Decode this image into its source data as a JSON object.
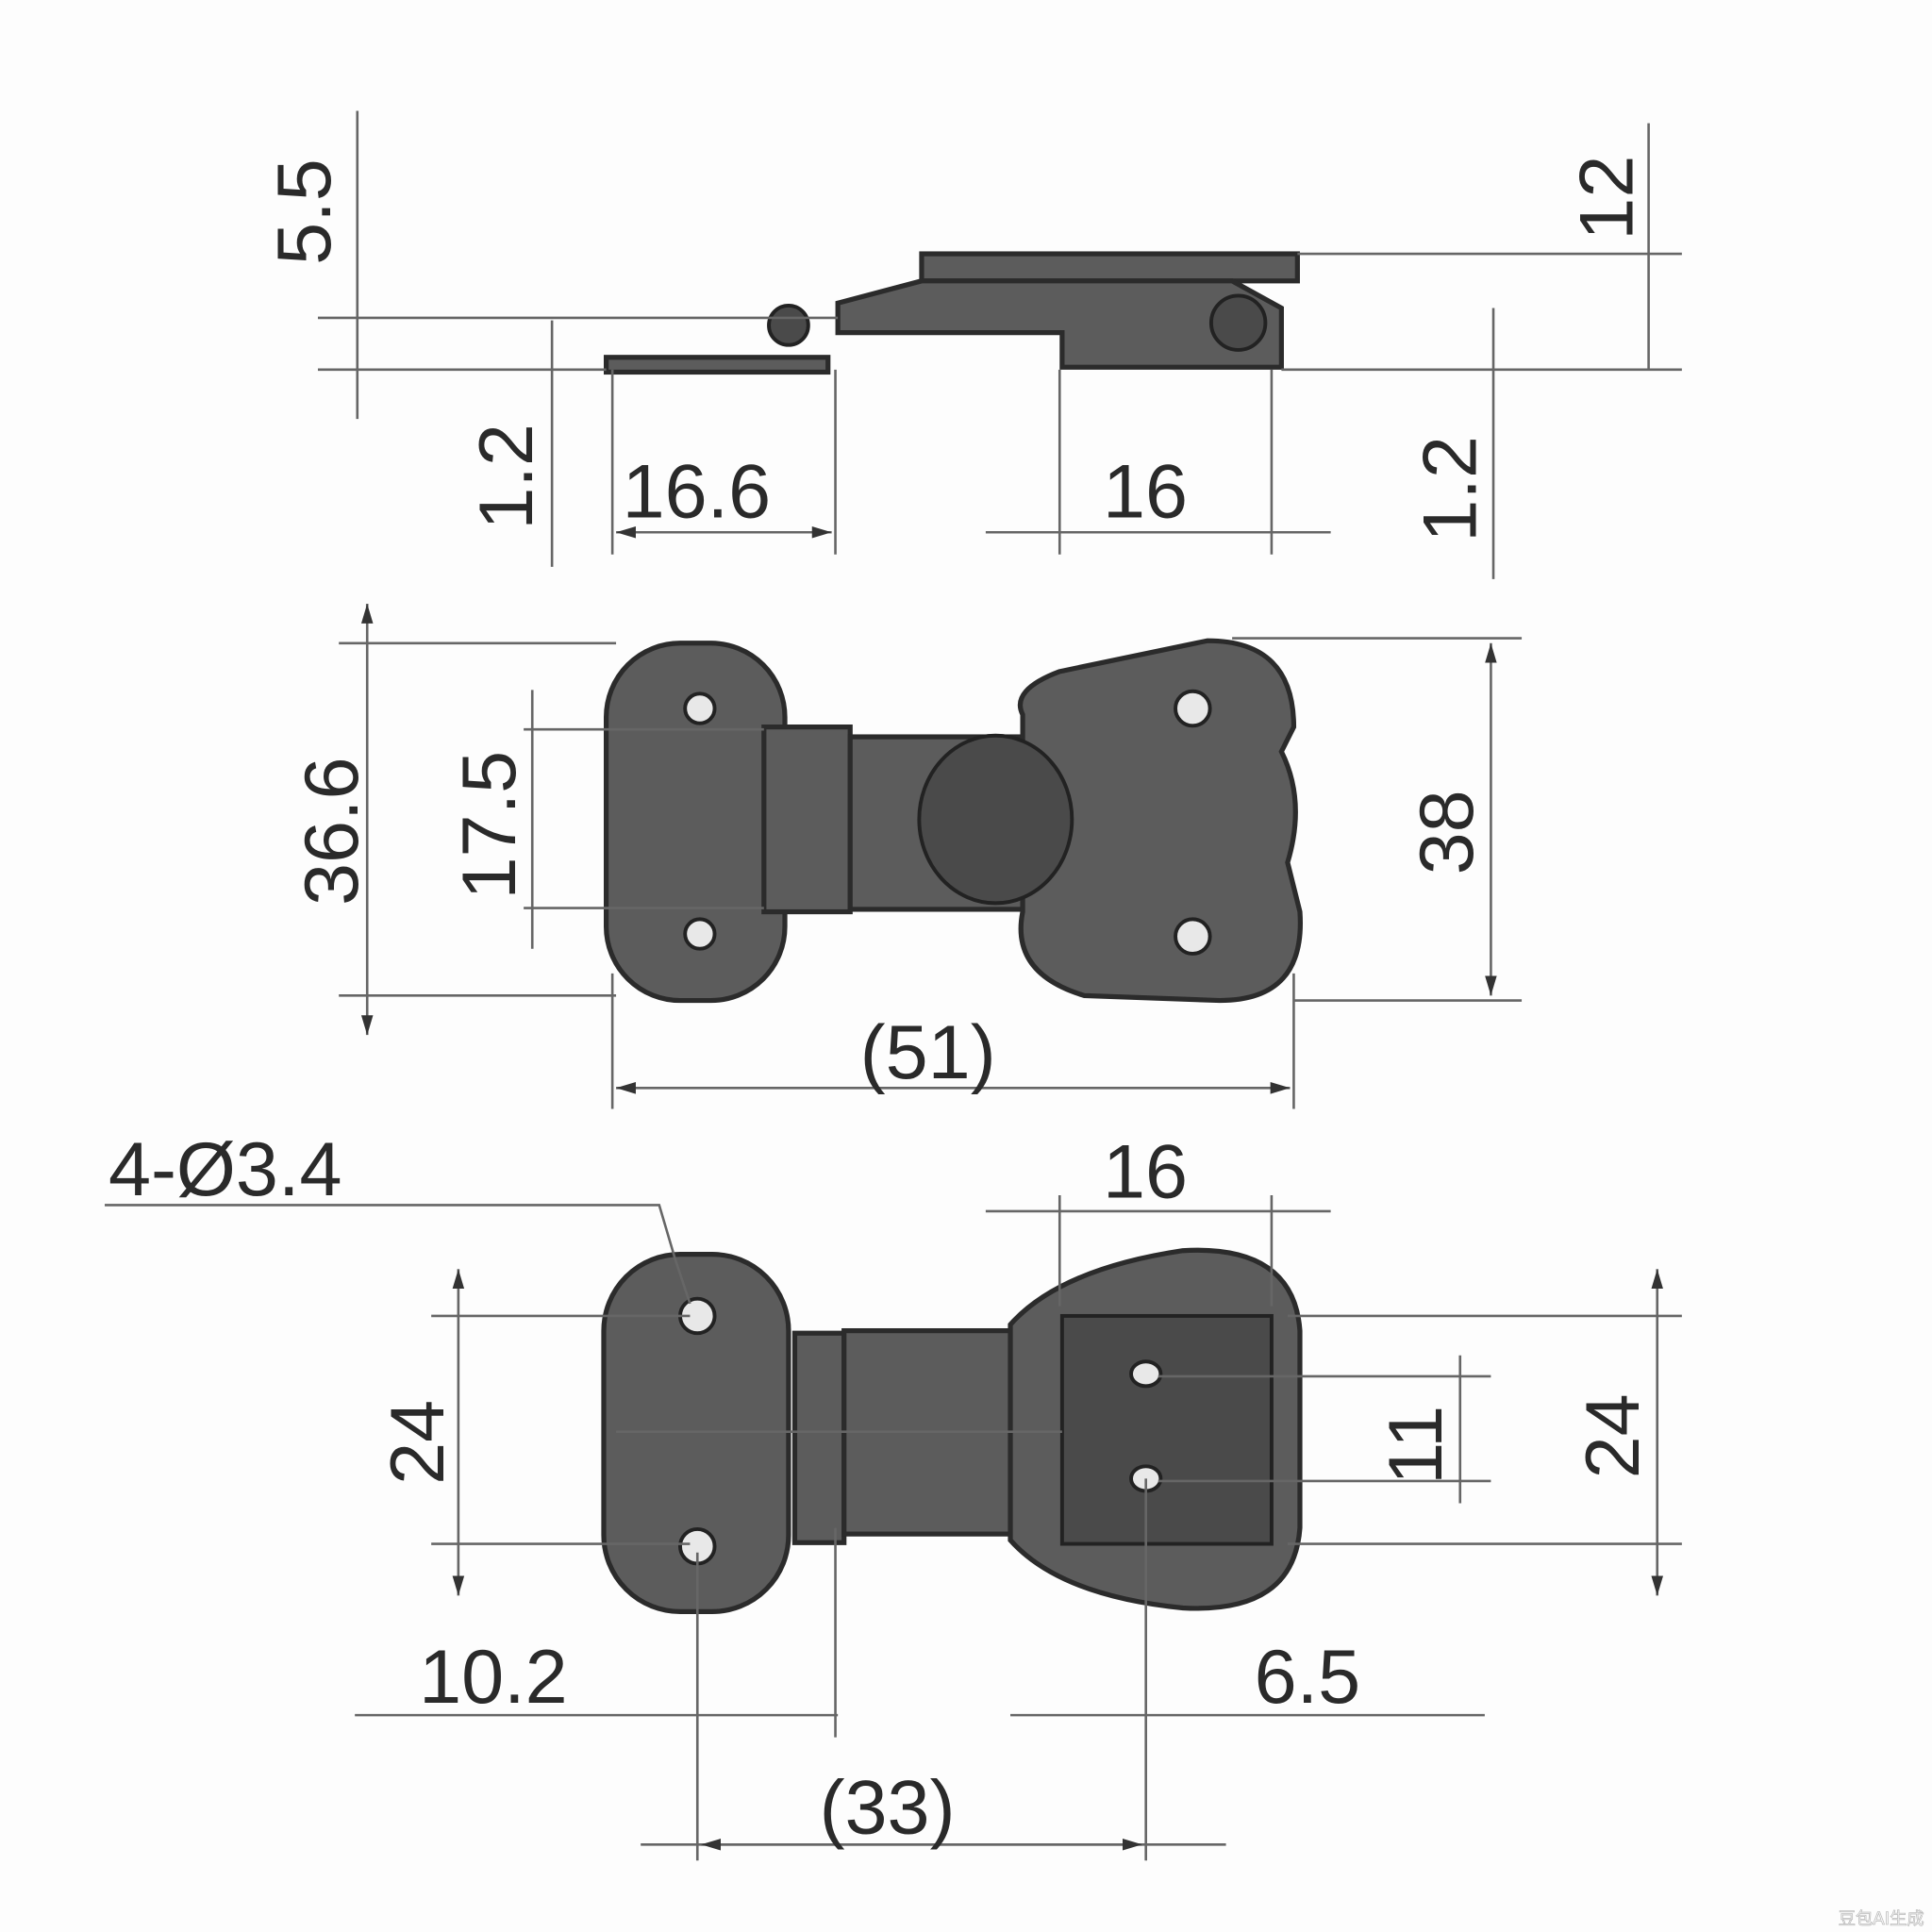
{
  "drawing": {
    "side_view": {
      "dims": {
        "plate_thickness_top": "5.5",
        "height_total": "12",
        "thickness_left": "1.2",
        "thickness_right": "1.2",
        "length_left": "16.6",
        "length_right": "16"
      }
    },
    "plan_view": {
      "dims": {
        "left_height": "36.6",
        "hole_spacing": "17.5",
        "right_height": "38",
        "overall_length": "(51)"
      }
    },
    "bottom_view": {
      "dims": {
        "holes": "4-Ø3.4",
        "left_hole_spacing": "24",
        "keeper_width": "16",
        "keeper_hole_spacing": "11",
        "right_spacing": "24",
        "left_offset": "10.2",
        "right_offset": "6.5",
        "hole_center_distance": "(33)"
      }
    }
  },
  "watermark": "豆包AI生成"
}
